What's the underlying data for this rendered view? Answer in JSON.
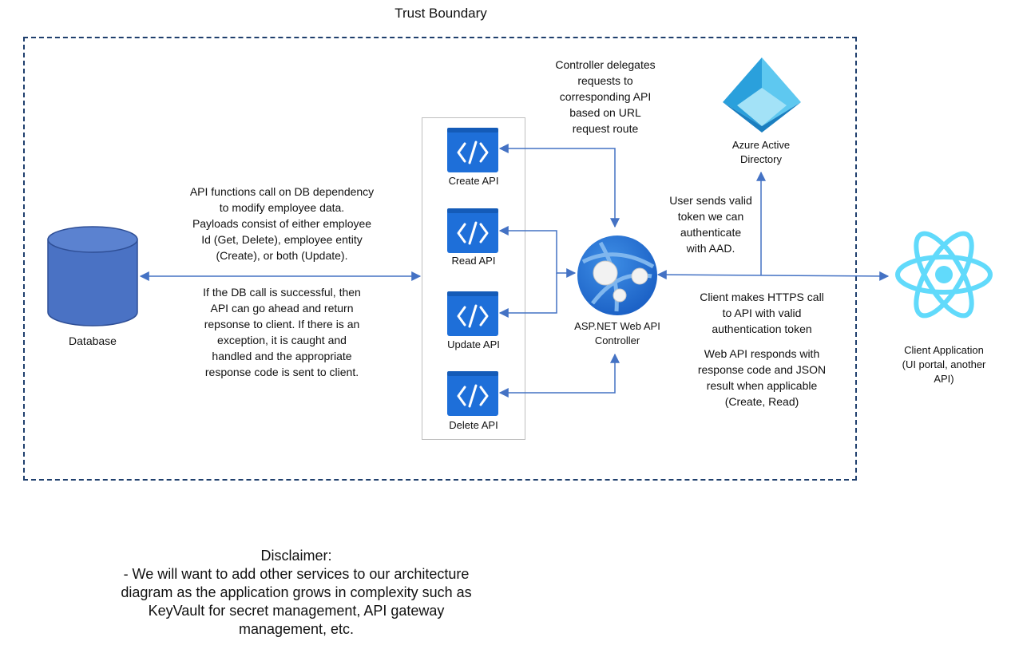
{
  "boundary": {
    "label": "Trust Boundary"
  },
  "nodes": {
    "database": {
      "label": "Database",
      "icon": "database-cylinder-icon"
    },
    "create_api": {
      "label": "Create API",
      "icon": "code-brackets-icon"
    },
    "read_api": {
      "label": "Read API",
      "icon": "code-brackets-icon"
    },
    "update_api": {
      "label": "Update API",
      "icon": "code-brackets-icon"
    },
    "delete_api": {
      "label": "Delete API",
      "icon": "code-brackets-icon"
    },
    "controller": {
      "label": "ASP.NET Web API\nController",
      "icon": "web-app-globe-icon"
    },
    "aad": {
      "label": "Azure Active\nDirectory",
      "icon": "azure-ad-pyramid-icon"
    },
    "client": {
      "label": "Client Application\n(UI portal, another\nAPI)",
      "icon": "react-atom-icon"
    }
  },
  "annotations": {
    "controller_delegates": "Controller delegates\nrequests to\ncorresponding API\nbased on URL\nrequest route",
    "api_functions": "API functions call on DB dependency\nto modify employee data.\nPayloads consist of either employee\nId (Get, Delete), employee entity\n(Create), or both (Update).",
    "db_call": "If the DB call is successful, then\nAPI can go ahead and return\nrepsonse to client. If there is an\nexception, it is caught and\nhandled and the appropriate\nresponse code is sent to client.",
    "user_token": "User sends valid\ntoken we can\nauthenticate\nwith AAD.",
    "https_call": "Client makes HTTPS call\nto API with valid\nauthentication token",
    "web_api_responds": "Web API responds with\nresponse code and JSON\nresult when applicable\n(Create, Read)"
  },
  "disclaimer": {
    "title": "Disclaimer:",
    "body": "- We will want to add other services to our architecture\ndiagram as the application grows in complexity such as\nKeyVault for secret management, API gateway\nmanagement, etc."
  },
  "colors": {
    "arrow": "#4472c4",
    "boundary": "#1f3f6d",
    "database": "#4a72c4",
    "api_icon": "#1e6fd9",
    "react": "#61dafb",
    "aad": "#29a9e1"
  }
}
